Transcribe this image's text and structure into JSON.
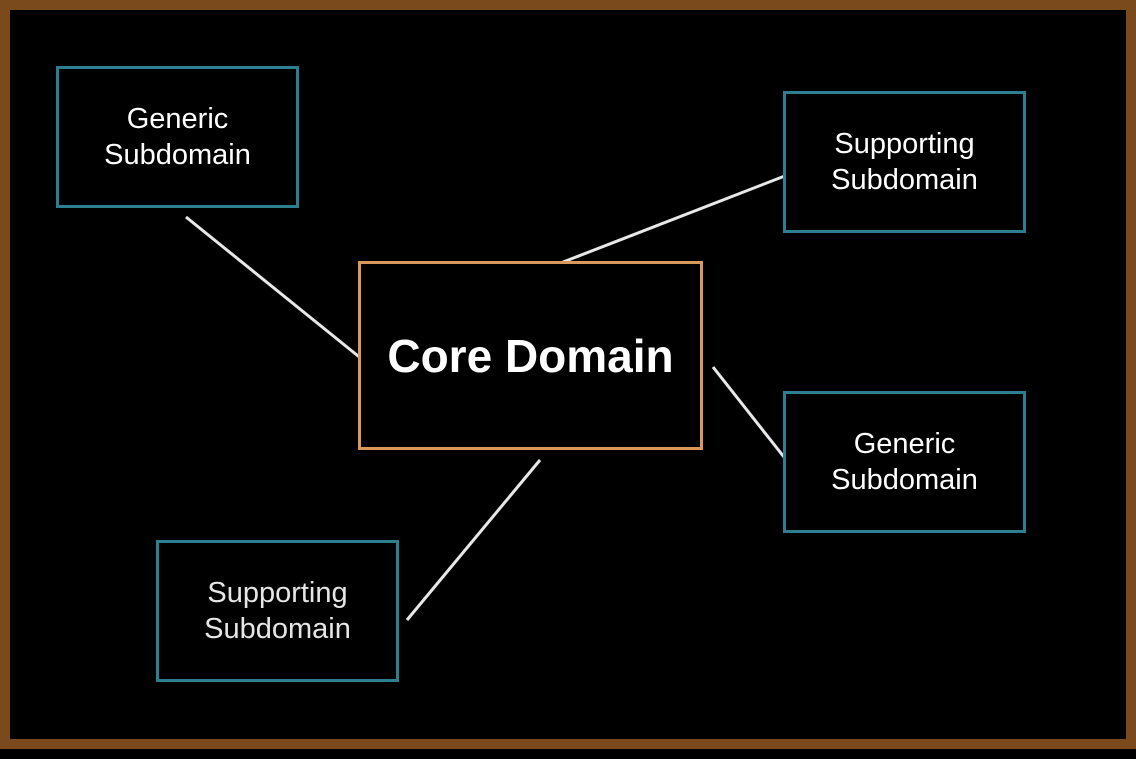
{
  "diagram": {
    "core": {
      "label": "Core Domain"
    },
    "nodes": [
      {
        "id": "generic-tl",
        "line1": "Generic",
        "line2": "Subdomain"
      },
      {
        "id": "supporting-tr",
        "line1": "Supporting",
        "line2": "Subdomain"
      },
      {
        "id": "generic-r",
        "line1": "Generic",
        "line2": "Subdomain"
      },
      {
        "id": "supporting-bl",
        "line1": "Supporting",
        "line2": "Subdomain"
      }
    ],
    "edges": [
      {
        "from": "core",
        "to": "generic-tl"
      },
      {
        "from": "core",
        "to": "supporting-tr"
      },
      {
        "from": "core",
        "to": "generic-r"
      },
      {
        "from": "core",
        "to": "supporting-bl"
      }
    ],
    "colors": {
      "background": "#000000",
      "frame": "#7a4a1c",
      "subdomain_border": "#2b7f8f",
      "core_border": "#d9995a",
      "connector": "#e8e8e8",
      "text": "#ffffff"
    }
  }
}
